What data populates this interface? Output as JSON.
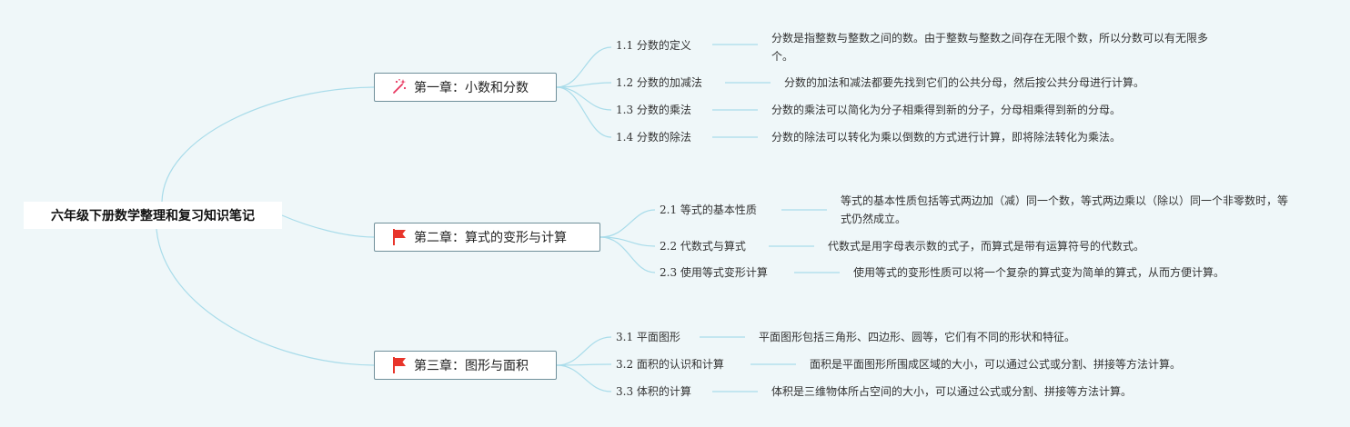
{
  "root": {
    "title": "六年级下册数学整理和复习知识笔记"
  },
  "chapters": [
    {
      "title": "第一章：小数和分数",
      "icon": "sparkle-wand-icon",
      "topics": [
        {
          "title": "1.1 分数的定义",
          "desc": "分数是指整数与整数之间的数。由于整数与整数之间存在无限个数，所以分数可以有无限多个。"
        },
        {
          "title": "1.2 分数的加减法",
          "desc": "分数的加法和减法都要先找到它们的公共分母，然后按公共分母进行计算。"
        },
        {
          "title": "1.3 分数的乘法",
          "desc": "分数的乘法可以简化为分子相乘得到新的分子，分母相乘得到新的分母。"
        },
        {
          "title": "1.4 分数的除法",
          "desc": "分数的除法可以转化为乘以倒数的方式进行计算，即将除法转化为乘法。"
        }
      ]
    },
    {
      "title": "第二章：算式的变形与计算",
      "icon": "red-flag-icon",
      "topics": [
        {
          "title": "2.1 等式的基本性质",
          "desc": "等式的基本性质包括等式两边加（减）同一个数，等式两边乘以（除以）同一个非零数时，等式仍然成立。"
        },
        {
          "title": "2.2 代数式与算式",
          "desc": "代数式是用字母表示数的式子，而算式是带有运算符号的代数式。"
        },
        {
          "title": "2.3 使用等式变形计算",
          "desc": "使用等式的变形性质可以将一个复杂的算式变为简单的算式，从而方便计算。"
        }
      ]
    },
    {
      "title": "第三章：图形与面积",
      "icon": "red-flag-icon",
      "topics": [
        {
          "title": "3.1 平面图形",
          "desc": "平面图形包括三角形、四边形、圆等，它们有不同的形状和特征。"
        },
        {
          "title": "3.2 面积的认识和计算",
          "desc": "面积是平面图形所围成区域的大小，可以通过公式或分割、拼接等方法计算。"
        },
        {
          "title": "3.3 体积的计算",
          "desc": "体积是三维物体所占空间的大小，可以通过公式或分割、拼接等方法计算。"
        }
      ]
    }
  ],
  "colors": {
    "link": "#a9dcea",
    "background": "#eff7f9",
    "flag": "#e8352b",
    "wand": "#e8355e"
  }
}
